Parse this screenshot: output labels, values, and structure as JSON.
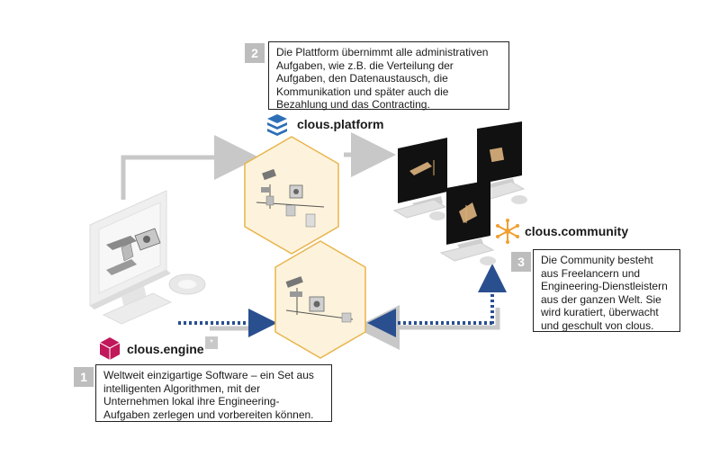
{
  "callouts": [
    {
      "number": "1",
      "text": "Weltweit einzigartige Software – ein Set aus intelligenten Algorithmen, mit der Unternehmen lokal ihre Engineering-Aufgaben zerlegen und vorbereiten können."
    },
    {
      "number": "2",
      "text": "Die Plattform übernimmt alle administrativen Aufgaben, wie z.B. die Verteilung der Aufgaben, den Datenaustausch, die Kommunikation und später auch die Bezahlung und das Contracting."
    },
    {
      "number": "3",
      "text": "Die Community besteht aus Freelancern und Engineering-Dienstleistern aus der ganzen Welt. Sie wird kuratiert, überwacht und geschult von clous."
    }
  ],
  "labels": {
    "engine": "clous.engine",
    "platform": "clous.platform",
    "community": "clous.community",
    "star_badge": "*"
  },
  "icons": {
    "engine": "cube-logo-icon",
    "platform": "layers-logo-icon",
    "community": "network-star-logo-icon"
  },
  "colors": {
    "engine_logo": "#c0185a",
    "platform_logo": "#2c6fb7",
    "community_logo": "#f0a030",
    "hexagon_fill": "#fdf3dc",
    "hexagon_stroke": "#e9b44c",
    "dotted_arrow": "#2a4f8f",
    "grey_arrow": "#c8c8c8"
  }
}
